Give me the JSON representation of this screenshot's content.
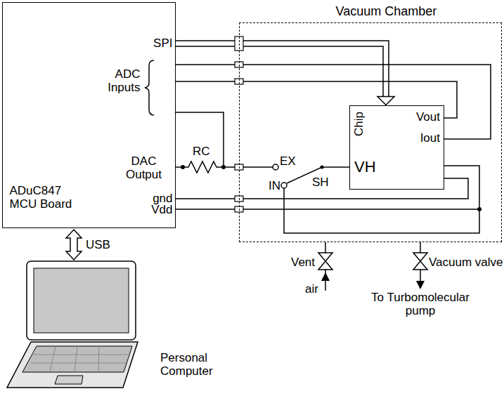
{
  "diagram": {
    "nodes": [
      {
        "text": [
          "Vacuum Chamber"
        ]
      },
      {
        "text": [
          "SPI",
          "ADC Inputs",
          "DAC Output",
          "gnd",
          "ADuC847 MCU Board",
          "Vdd"
        ]
      },
      {
        "text": [
          "Chip",
          "Vout",
          "Iout",
          "VH"
        ],
        "in": 0
      },
      {
        "text": [
          "Personal Computer"
        ]
      }
    ],
    "edges": [
      {
        "from": 1,
        "to": 2,
        "arrow": "to"
      },
      {
        "from": 2,
        "to": 1,
        "arrow": "none"
      },
      {
        "from": 2,
        "to": 1,
        "arrow": "none"
      },
      {
        "from": 1,
        "to": 2,
        "arrow": "none"
      },
      {
        "from": 1,
        "to": 2,
        "arrow": "none"
      },
      {
        "from": 1,
        "to": 3,
        "arrow": "both",
        "label": "USB"
      }
    ],
    "labels": [
      "RC",
      "EX",
      "IN",
      "SH",
      "Vent",
      "Vacuum valve",
      "air",
      "To Turbomolecular pump"
    ]
  }
}
